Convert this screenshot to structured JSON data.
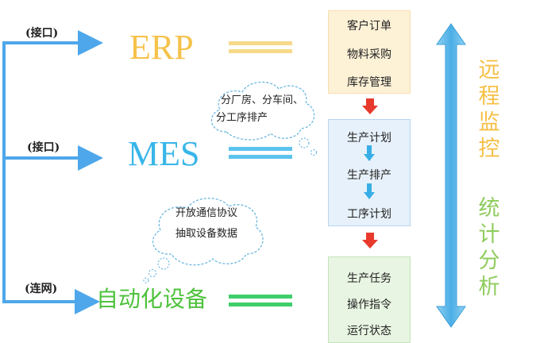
{
  "interfaces": {
    "erp": "(接口)",
    "mes": "(接口)",
    "device": "(连网)"
  },
  "systems": {
    "erp": {
      "label": "ERP",
      "color": "#f5c24a"
    },
    "mes": {
      "label": "MES",
      "color": "#39b6e8"
    },
    "device": {
      "label": "自动化设备",
      "color": "#4ec23c"
    }
  },
  "boxes": {
    "erp": {
      "items": [
        "客户订单",
        "物料采购",
        "库存管理"
      ],
      "fill": "#fdf1d6",
      "border": "#f5dfae"
    },
    "mes": {
      "items": [
        "生产计划",
        "生产排产",
        "工序计划"
      ],
      "fill": "#e6f1fb",
      "border": "#b7d5ef"
    },
    "device": {
      "items": [
        "生产任务",
        "操作指令",
        "运行状态"
      ],
      "fill": "#e8f5e2",
      "border": "#c5e3bb"
    }
  },
  "clouds": {
    "mes_note": [
      "分厂房、分车间、",
      "分工序排产"
    ],
    "device_note": [
      "开放通信协议",
      "抽取设备数据"
    ]
  },
  "side_labels": {
    "remote": {
      "text": [
        "远",
        "程",
        "监",
        "控"
      ],
      "color": "#f5bf45"
    },
    "stats": {
      "text": [
        "统",
        "计",
        "分",
        "析"
      ],
      "color": "#8fcc5e"
    }
  },
  "colors": {
    "bracket": "#4ea7ea",
    "red_arrow": "#e83a2c",
    "blue_arrow": "#39aee6",
    "vertical_arrow": "#6ab9ea"
  }
}
